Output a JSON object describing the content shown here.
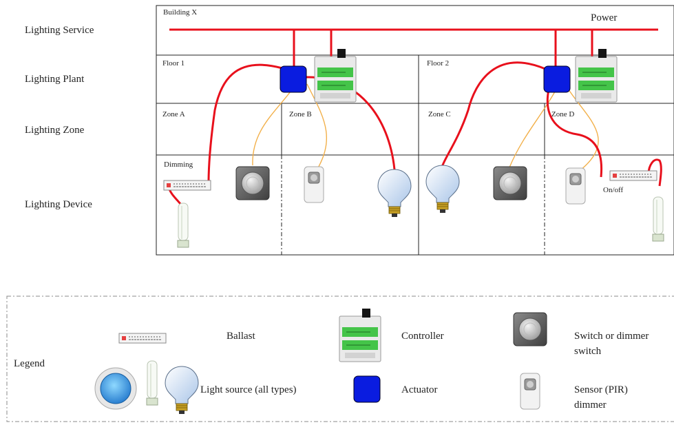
{
  "levels": {
    "service": "Lighting Service",
    "plant": "Lighting Plant",
    "zone": "Lighting Zone",
    "device": "Lighting Device"
  },
  "building": {
    "title": "Building X",
    "power": "Power",
    "floors": [
      "Floor 1",
      "Floor 2"
    ],
    "zones": [
      "Zone A",
      "Zone B",
      "Zone C",
      "Zone D"
    ],
    "device_labels": {
      "dimming": "Dimming",
      "onoff": "On/off"
    }
  },
  "legend": {
    "title": "Legend",
    "ballast": "Ballast",
    "controller": "Controller",
    "switch": "Switch or dimmer switch",
    "light_source": "Light source (all types)",
    "actuator": "Actuator",
    "sensor": "Sensor (PIR) dimmer"
  },
  "colors": {
    "power_line": "#e8101c",
    "control_line": "#f2b04a",
    "actuator": "#0a1ce0",
    "controller_green": "#44c449",
    "grid": "#222222"
  }
}
